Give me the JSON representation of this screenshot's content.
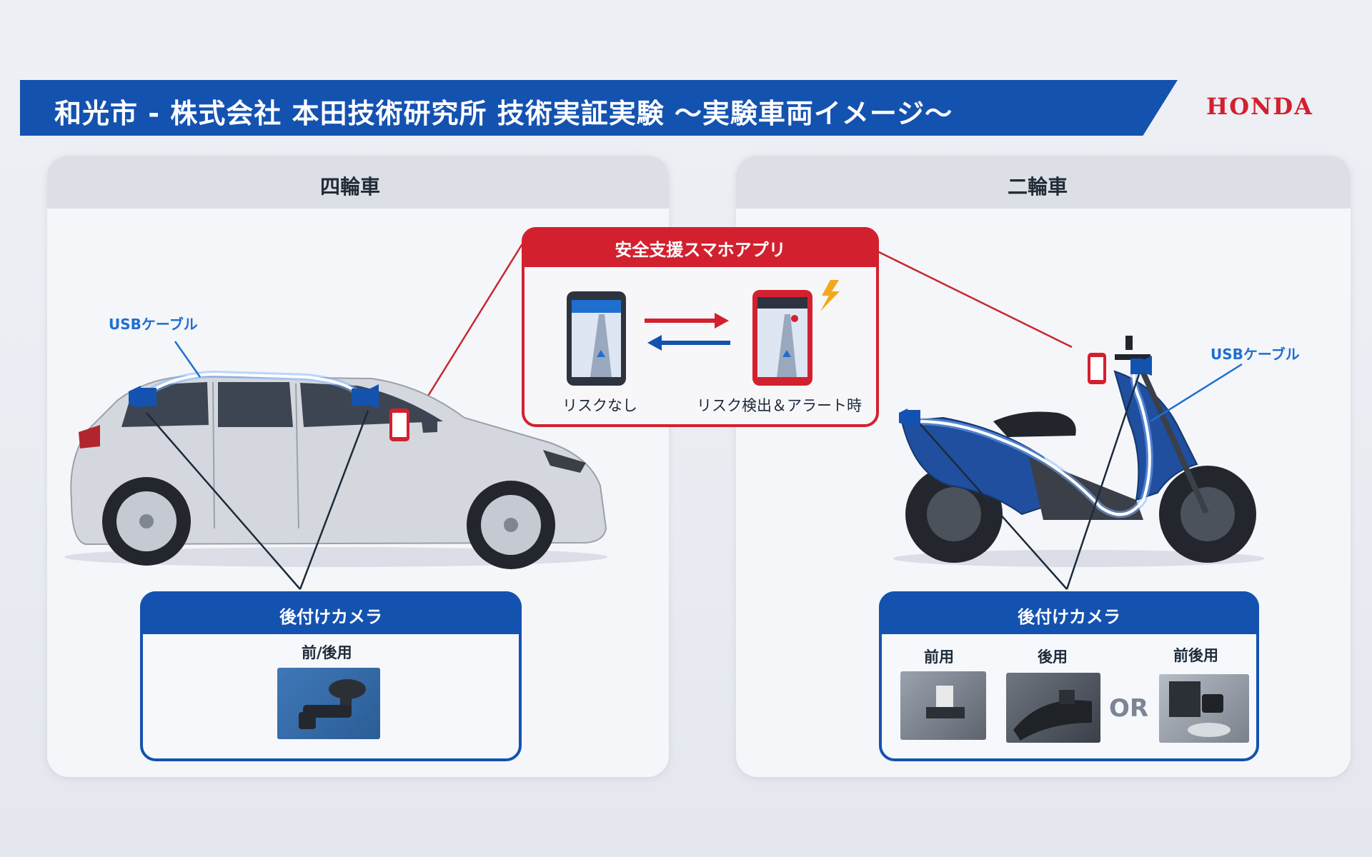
{
  "title": "和光市 - 株式会社 本田技術研究所 技術実証実験 ～実験車両イメージ～",
  "brand": "HONDA",
  "left_panel": {
    "label": "四輪車",
    "usb_label": "USBケーブル",
    "camera_box": {
      "title": "後付けカメラ",
      "items": [
        {
          "label": "前/後用"
        }
      ]
    }
  },
  "right_panel": {
    "label": "二輪車",
    "usb_label": "USBケーブル",
    "camera_box": {
      "title": "後付けカメラ",
      "items": [
        {
          "label": "前用"
        },
        {
          "label": "後用"
        },
        {
          "label": "前後用"
        }
      ],
      "or_text": "OR"
    }
  },
  "app_box": {
    "title": "安全支援スマホアプリ",
    "phone_normal_label": "リスクなし",
    "phone_alert_label": "リスク検出＆アラート時"
  },
  "colors": {
    "honda_red": "#d3202f",
    "banner_blue": "#1452b0",
    "cable_blue": "#1f6fd0"
  }
}
